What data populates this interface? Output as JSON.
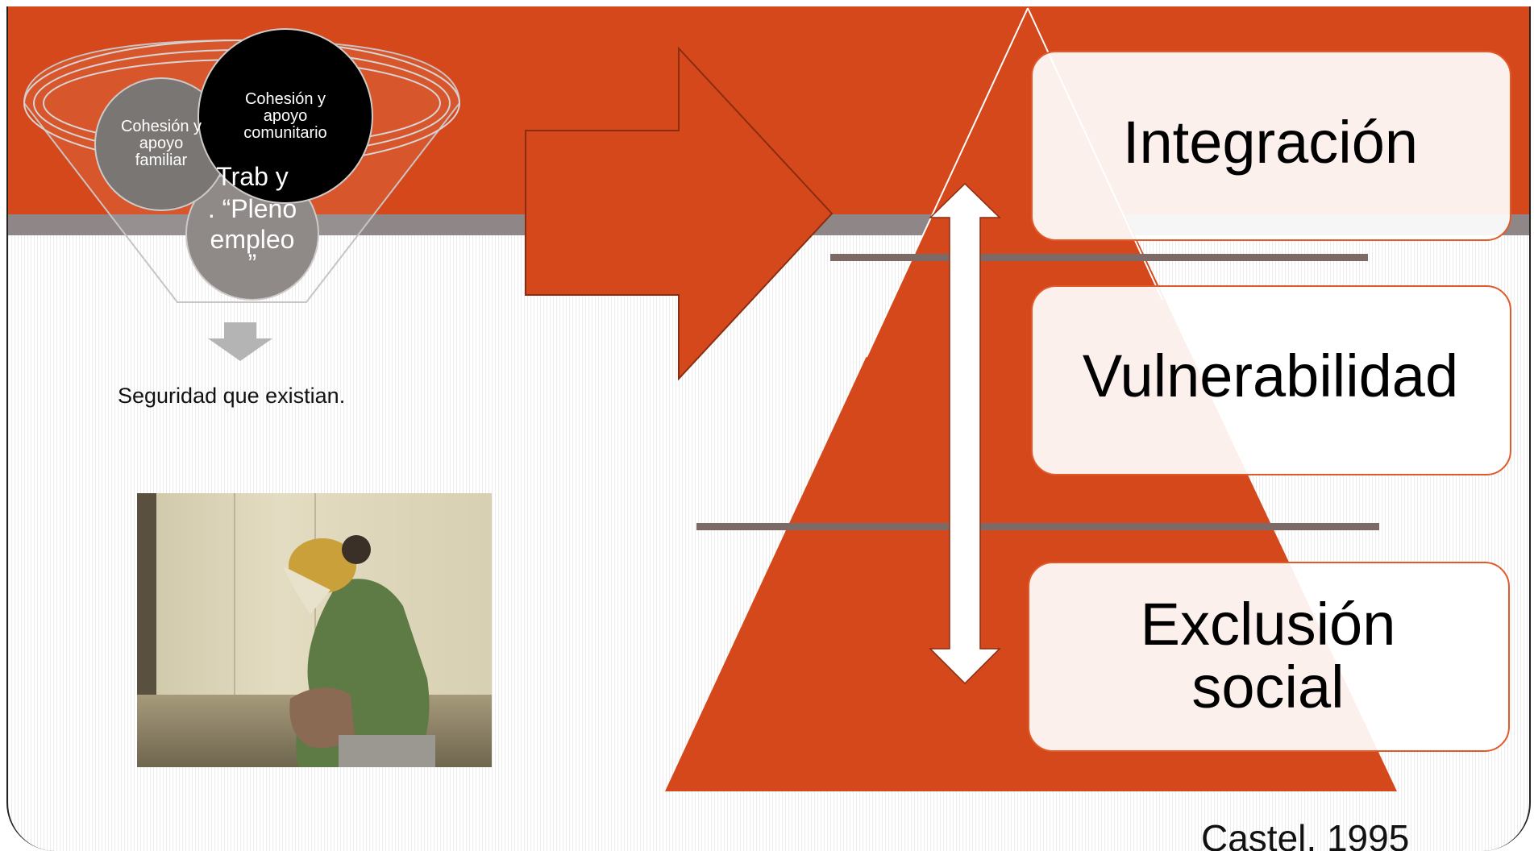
{
  "funnel": {
    "circle_family": "Cohesión y apoyo familiar",
    "circle_community": "Cohesión y apoyo comunitario",
    "circle_work_line1": "Trab y",
    "circle_work_line2": ". “Pleno",
    "circle_work_line3": "empleo",
    "circle_work_line4": "”",
    "output_label": "Seguridad que existian."
  },
  "pyramid": {
    "levels": [
      "Integración",
      "Vulnerabilidad",
      "Exclusión social"
    ],
    "level3_line1": "Exclusión",
    "level3_line2": "social"
  },
  "citation": "Castel, 1995",
  "photo": {
    "icon": "photo-icon"
  },
  "colors": {
    "accent": "#d4481b",
    "strip": "#8f8787",
    "divider": "#7d6a66",
    "box_border": "#e05a2a"
  }
}
